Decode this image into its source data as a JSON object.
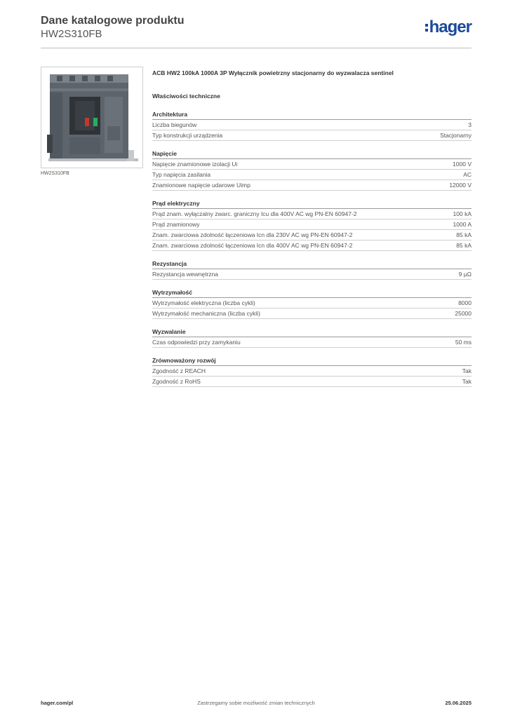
{
  "header": {
    "title": "Dane katalogowe produktu",
    "subtitle": "HW2S310FB",
    "logo_text": "hager",
    "brand_color": "#1a4a9c"
  },
  "product": {
    "image_caption": "HW2S310FB",
    "description": "ACB HW2 100kA 1000A 3P Wyłącznik powietrzny stacjonarny do wyzwalacza sentinel"
  },
  "section_title": "Właściwości techniczne",
  "groups": [
    {
      "title": "Architektura",
      "rows": [
        {
          "label": "Liczba biegunów",
          "value": "3"
        },
        {
          "label": "Typ konstrukcji urządzenia",
          "value": "Stacjonarny"
        }
      ]
    },
    {
      "title": "Napięcie",
      "rows": [
        {
          "label": "Napięcie znamionowe izolacji Ui",
          "value": "1000 V"
        },
        {
          "label": "Typ napięcia zasilania",
          "value": "AC"
        },
        {
          "label": "Znamionowe napięcie udarowe Uimp",
          "value": "12000 V"
        }
      ]
    },
    {
      "title": "Prąd elektryczny",
      "rows": [
        {
          "label": "Prąd znam. wyłączalny zwarc. graniczny Icu dla 400V AC wg PN-EN 60947-2",
          "value": "100 kA"
        },
        {
          "label": "Prąd znamionowy",
          "value": "1000 A"
        },
        {
          "label": "Znam. zwarciowa zdolność łączeniowa Icn dla 230V AC wg PN-EN 60947-2",
          "value": "85 kA"
        },
        {
          "label": "Znam. zwarciowa zdolność łączeniowa Icn dla 400V AC wg PN-EN 60947-2",
          "value": "85 kA"
        }
      ]
    },
    {
      "title": "Rezystancja",
      "rows": [
        {
          "label": "Rezystancja wewnętrzna",
          "value": "9 µΩ"
        }
      ]
    },
    {
      "title": "Wytrzymałość",
      "rows": [
        {
          "label": "Wytrzymałość elektryczna (liczba cykli)",
          "value": "8000"
        },
        {
          "label": "Wytrzymałość mechaniczna (liczba cykli)",
          "value": "25000"
        }
      ]
    },
    {
      "title": "Wyzwalanie",
      "rows": [
        {
          "label": "Czas odpowiedzi przy zamykaniu",
          "value": "50 ms"
        }
      ]
    },
    {
      "title": "Zrównoważony rozwój",
      "rows": [
        {
          "label": "Zgodność z REACH",
          "value": "Tak"
        },
        {
          "label": "Zgodność z RoHS",
          "value": "Tak"
        }
      ]
    }
  ],
  "footer": {
    "left": "hager.com/pl",
    "center": "Zastrzegamy sobie możliwość zmian technicznych",
    "right": "25.06.2025"
  }
}
